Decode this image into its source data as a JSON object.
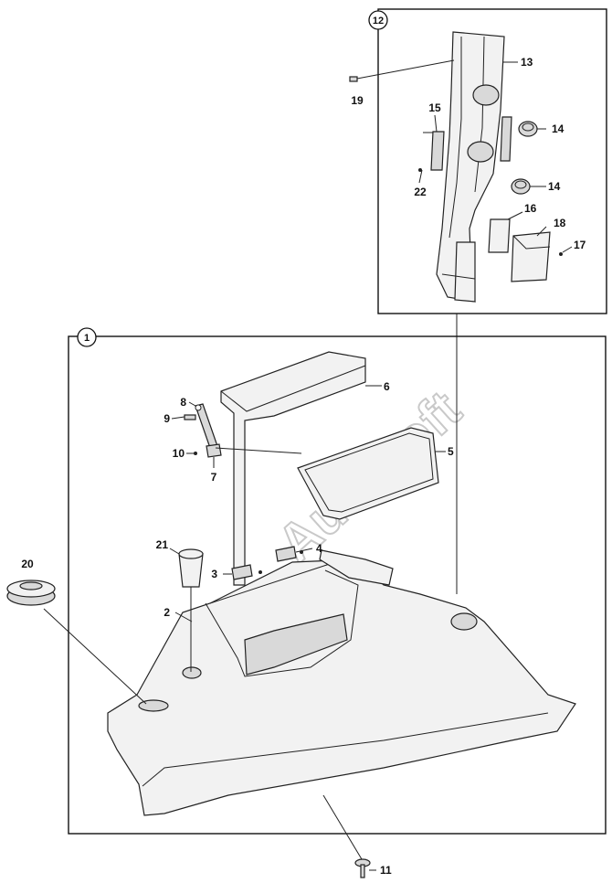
{
  "watermark": "AutoSoft",
  "groups": [
    {
      "id": "group-1",
      "label": "1"
    },
    {
      "id": "group-12",
      "label": "12"
    }
  ],
  "callouts": {
    "c2": "2",
    "c3": "3",
    "c4": "4",
    "c5": "5",
    "c6": "6",
    "c7": "7",
    "c8": "8",
    "c9": "9",
    "c10": "10",
    "c11": "11",
    "c13": "13",
    "c14a": "14",
    "c14b": "14",
    "c15": "15",
    "c16": "16",
    "c17": "17",
    "c18": "18",
    "c19": "19",
    "c20": "20",
    "c21": "21",
    "c22": "22"
  }
}
